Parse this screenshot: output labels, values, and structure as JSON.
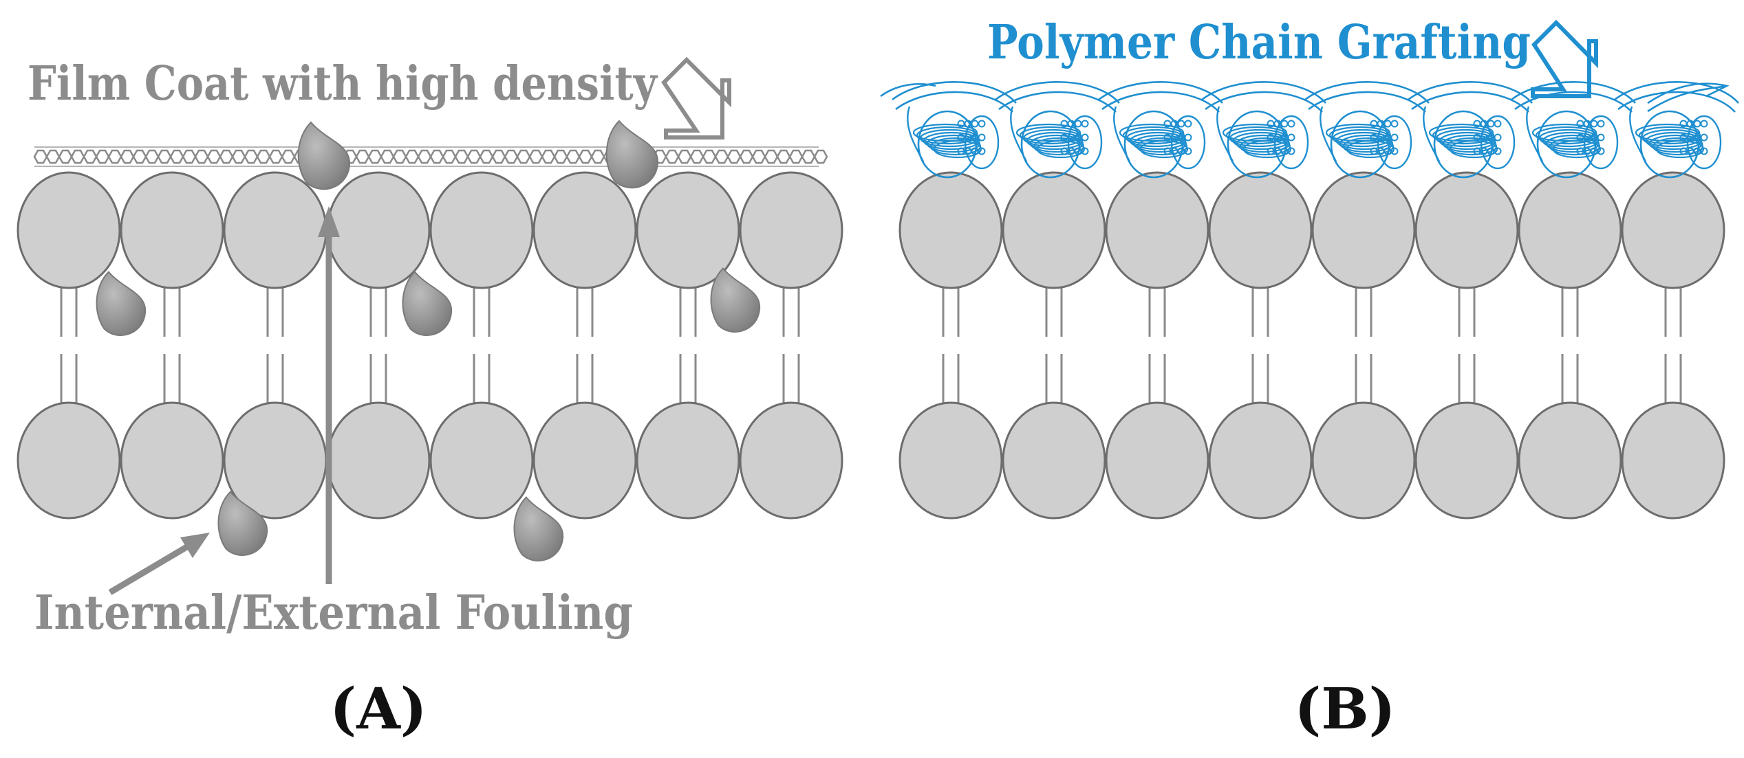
{
  "panel_a": {
    "film_label": "Film Coat with high density",
    "fouling_label": "Internal/External Fouling",
    "caption": "(A)"
  },
  "panel_b": {
    "grafting_label": "Polymer Chain Grafting",
    "caption": "(B)"
  },
  "colors": {
    "head_fill": "#cfcfcf",
    "head_stroke": "#6d6d6d",
    "film_color": "#8a8a8a",
    "foulant_color": "#8a8a8a",
    "label_gray": "#8c8c8c",
    "polymer_blue": "#1f8fd0",
    "caption_black": "#111111"
  },
  "icons": {
    "film_pointer": "hollow-arrow-down-right-icon",
    "polymer_pointer": "hollow-arrow-down-right-icon",
    "foulant": "droplet-icon"
  }
}
